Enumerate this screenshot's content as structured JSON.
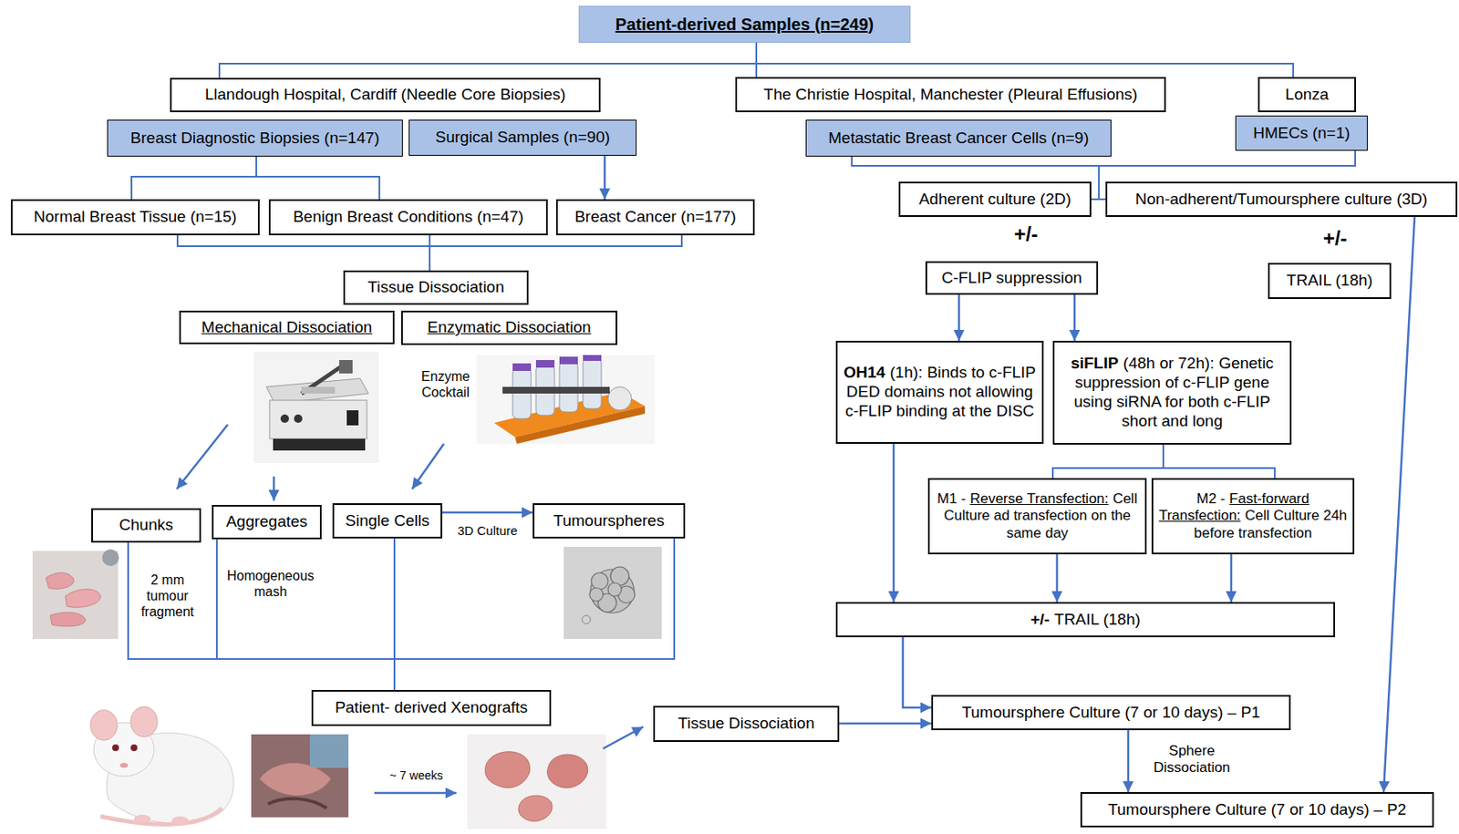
{
  "diagram": {
    "nodes": [
      {
        "text": [
          "Patient-derived Samples (n=249)"
        ]
      },
      {
        "text": [
          "Llandough Hospital, Cardiff (Needle Core Biopsies)"
        ]
      },
      {
        "text": [
          "Breast Diagnostic Biopsies (n=147)"
        ]
      },
      {
        "text": [
          "Surgical Samples (n=90)"
        ]
      },
      {
        "text": [
          "The Christie Hospital, Manchester (Pleural Effusions)"
        ]
      },
      {
        "text": [
          "Lonza"
        ]
      },
      {
        "text": [
          "Metastatic Breast Cancer Cells (n=9)"
        ]
      },
      {
        "text": [
          "HMECs (n=1)"
        ]
      },
      {
        "text": [
          "Normal Breast Tissue (n=15)"
        ]
      },
      {
        "text": [
          "Benign Breast Conditions (n=47)"
        ]
      },
      {
        "text": [
          "Breast Cancer (n=177)"
        ]
      },
      {
        "text": [
          "Adherent culture (2D)"
        ]
      },
      {
        "text": [
          "Non-adherent/Tumoursphere culture (3D)"
        ]
      },
      {
        "text": [
          "Tissue Dissociation"
        ]
      },
      {
        "text": [
          "C-FLIP suppression"
        ]
      },
      {
        "text": [
          "TRAIL (18h)"
        ]
      },
      {
        "text": [
          "Mechanical Dissociation"
        ]
      },
      {
        "text": [
          "Enzymatic Dissociation"
        ]
      },
      {
        "text": [
          "OH14",
          "(1h): Binds to c-FLIP DED domains not allowing c-FLIP binding at the DISC"
        ]
      },
      {
        "text": [
          "siFLIP",
          "(48h or 72h): Genetic suppression of c-FLIP gene using siRNA for both c-FLIP short and long"
        ]
      },
      {
        "text": [
          "Chunks"
        ]
      },
      {
        "text": [
          "Aggregates"
        ]
      },
      {
        "text": [
          "Single Cells"
        ]
      },
      {
        "text": [
          "Tumourspheres"
        ]
      },
      {
        "text": [
          "M1 -",
          "Reverse Transfection:",
          "Cell Culture ad transfection on the same day"
        ]
      },
      {
        "text": [
          "M2 -",
          "Fast-forward Transfection:",
          "Cell Culture 24h before transfection"
        ]
      },
      {
        "text": [
          "+/-",
          "TRAIL (18h)"
        ]
      },
      {
        "text": [
          "Patient- derived Xenografts"
        ]
      },
      {
        "text": [
          "Tissue Dissociation"
        ]
      },
      {
        "text": [
          "Tumoursphere Culture (7 or 10 days) – P1"
        ]
      },
      {
        "text": [
          "Tumoursphere Culture (7 or 10 days) – P2"
        ]
      }
    ],
    "edges": [
      {
        "from": 0,
        "to": 1,
        "arrow": "none"
      },
      {
        "from": 0,
        "to": 4,
        "arrow": "none"
      },
      {
        "from": 0,
        "to": 5,
        "arrow": "none"
      },
      {
        "from": 2,
        "to": 8,
        "arrow": "none"
      },
      {
        "from": 2,
        "to": 9,
        "arrow": "none"
      },
      {
        "from": 3,
        "to": 10,
        "arrow": "to"
      },
      {
        "from": 6,
        "to": 11,
        "arrow": "none"
      },
      {
        "from": 6,
        "to": 12,
        "arrow": "none"
      },
      {
        "from": 7,
        "to": 11,
        "arrow": "none"
      },
      {
        "from": 7,
        "to": 12,
        "arrow": "none"
      },
      {
        "from": 8,
        "to": 13,
        "arrow": "none"
      },
      {
        "from": 9,
        "to": 13,
        "arrow": "none"
      },
      {
        "from": 10,
        "to": 13,
        "arrow": "none"
      },
      {
        "from": 14,
        "to": 18,
        "arrow": "to"
      },
      {
        "from": 14,
        "to": 19,
        "arrow": "to"
      },
      {
        "from": 19,
        "to": 24,
        "arrow": "none"
      },
      {
        "from": 19,
        "to": 25,
        "arrow": "none"
      },
      {
        "from": 18,
        "to": 26,
        "arrow": "to"
      },
      {
        "from": 24,
        "to": 26,
        "arrow": "to"
      },
      {
        "from": 25,
        "to": 26,
        "arrow": "to"
      },
      {
        "from": 26,
        "to": 29,
        "arrow": "to"
      },
      {
        "from": 28,
        "to": 29,
        "arrow": "to"
      },
      {
        "from": 29,
        "to": 30,
        "label": "Sphere Dissociation",
        "arrow": "to"
      },
      {
        "from": 12,
        "to": 30,
        "arrow": "to"
      },
      {
        "from": 22,
        "to": 23,
        "label": "3D Culture",
        "arrow": "to"
      },
      {
        "from": 20,
        "to": 27,
        "arrow": "none"
      },
      {
        "from": 21,
        "to": 27,
        "arrow": "none"
      },
      {
        "from": 22,
        "to": 27,
        "arrow": "none"
      },
      {
        "from": 23,
        "to": 27,
        "arrow": "none"
      }
    ],
    "labels": [
      "+/-",
      "+/-",
      "Enzyme Cocktail",
      "2 mm tumour fragment",
      "Homogeneous mash",
      "~ 7 weeks"
    ]
  }
}
